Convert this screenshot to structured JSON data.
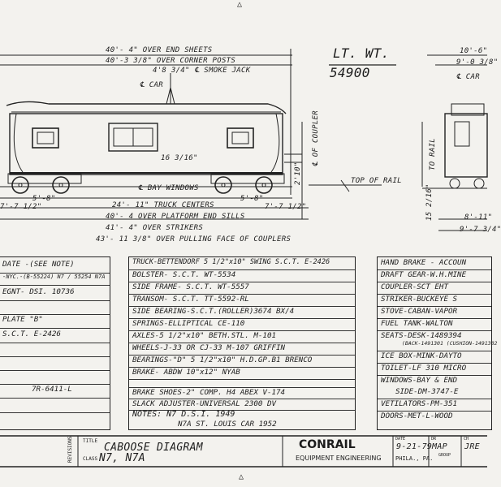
{
  "title_marks": {
    "top": "△",
    "bottom": "△"
  },
  "weight": {
    "label": "LT. WT.",
    "value": "54900"
  },
  "side_dims": {
    "over_end_sheets": "40'- 4\" OVER END SHEETS",
    "over_corner_posts": "40'-3 3/8\" OVER CORNER POSTS",
    "smoke_jack": "4'8 3/4\" ℄ SMOKE JACK",
    "car_cl": "℄ CAR",
    "dim_16": "16 3/16\"",
    "bay_windows": "℄ BAY WINDOWS",
    "dim_5_8": "5'-8\"",
    "dim_7_7_left": "7'-7 1/2\"",
    "truck_centers": "24'- 11\" TRUCK CENTERS",
    "platform_end_sills": "40'- 4 OVER PLATFORM END SILLS",
    "over_strikers": "41'- 4\" OVER STRIKERS",
    "pulling_face": "43'- 11 3/8\" OVER PULLING FACE OF COUPLERS",
    "dim_5_8_right": "5'-8\"",
    "dim_7_7_right": "7'-7 1/2\"",
    "coupler_cl": "℄ OF COUPLER",
    "height_2_10": "2'10\"",
    "top_of_rail": "TOP OF RAIL"
  },
  "end_dims": {
    "d1": "10'-6\"",
    "d2": "9'-0 3/8\"",
    "d3": "℄ CAR",
    "to_rail": "TO RAIL",
    "d4": "15 2/16\"",
    "d5": "8'-11\"",
    "d6": "9'-7 3/4\""
  },
  "left_table": {
    "rows": [
      "DATE -(SEE NOTE)",
      "-NYC.-(B-55224) N7 / 55254 N7A",
      "EGNT- DSI. 10736",
      "",
      "PLATE \"B\"",
      "S.C.T. E-2426",
      "",
      "",
      "",
      "",
      "7R-6411-L",
      "",
      ""
    ]
  },
  "middle_table": {
    "rows": [
      "TRUCK-BETTENDORF 5 1/2\"x10\" SWING S.C.T. E-2426",
      "BOLSTER-   S.C.T. WT-5534",
      "SIDE FRAME- S.C.T. WT-5557",
      "TRANSOM-   S.C.T. TT-5592-RL",
      "SIDE BEARING-S.C.T.(ROLLER)3674 BX/4",
      "SPRINGS-ELLIPTICAL CE-110",
      "AXLES-5 1/2\"x10\" BETH.STL. M-101",
      "WHEELS-J-33 OR CJ-33 M-107 GRIFFIN",
      "BEARINGS-\"D\" 5 1/2\"x10\" H.D.GP.B1 BRENCO",
      "BRAKE- ABDW 10\"x12\"  NYAB",
      "",
      "BRAKE SHOES-2\" COMP. H4 ABEX V-174",
      "SLACK ADJUSTER-UNIVERSAL  2300 DV",
      "NOTES:  N7  D.S.I.  1949",
      "N7A ST. LOUIS CAR   1952"
    ]
  },
  "right_table": {
    "rows": [
      "HAND BRAKE - ACCOUN",
      "DRAFT GEAR-W.H.MINE",
      "COUPLER-SCT EHT",
      "STRIKER-BUCKEYE S",
      "STOVE-CABAN-VAPOR",
      "FUEL TANK-WALTON",
      "SEATS-DESK-1489394",
      "(BACK-1491301 (CUSHION-1491302",
      "ICE BOX-MINK-DAYTO",
      "TOILET-LF 310 MICRO",
      "WINDOWS-BAY & END",
      "SIDE-DM-3747-E",
      "VETILATORS-PM-351",
      "DOORS-MET-L-WOOD"
    ]
  },
  "title_block": {
    "revisions": "REVISIONS",
    "title_label": "TITLE",
    "title": "CABOOSE DIAGRAM",
    "class_label": "CLASS",
    "class": "N7, N7A",
    "company": "CONRAIL",
    "department": "EQUIPMENT ENGINEERING",
    "date_label": "DATE",
    "date": "9-21-79",
    "dr_label": "DR",
    "dr": "MAP",
    "ch_label": "CH",
    "ch": "JRE",
    "place": "PHILA., PA.",
    "group_label": "GROUP"
  }
}
